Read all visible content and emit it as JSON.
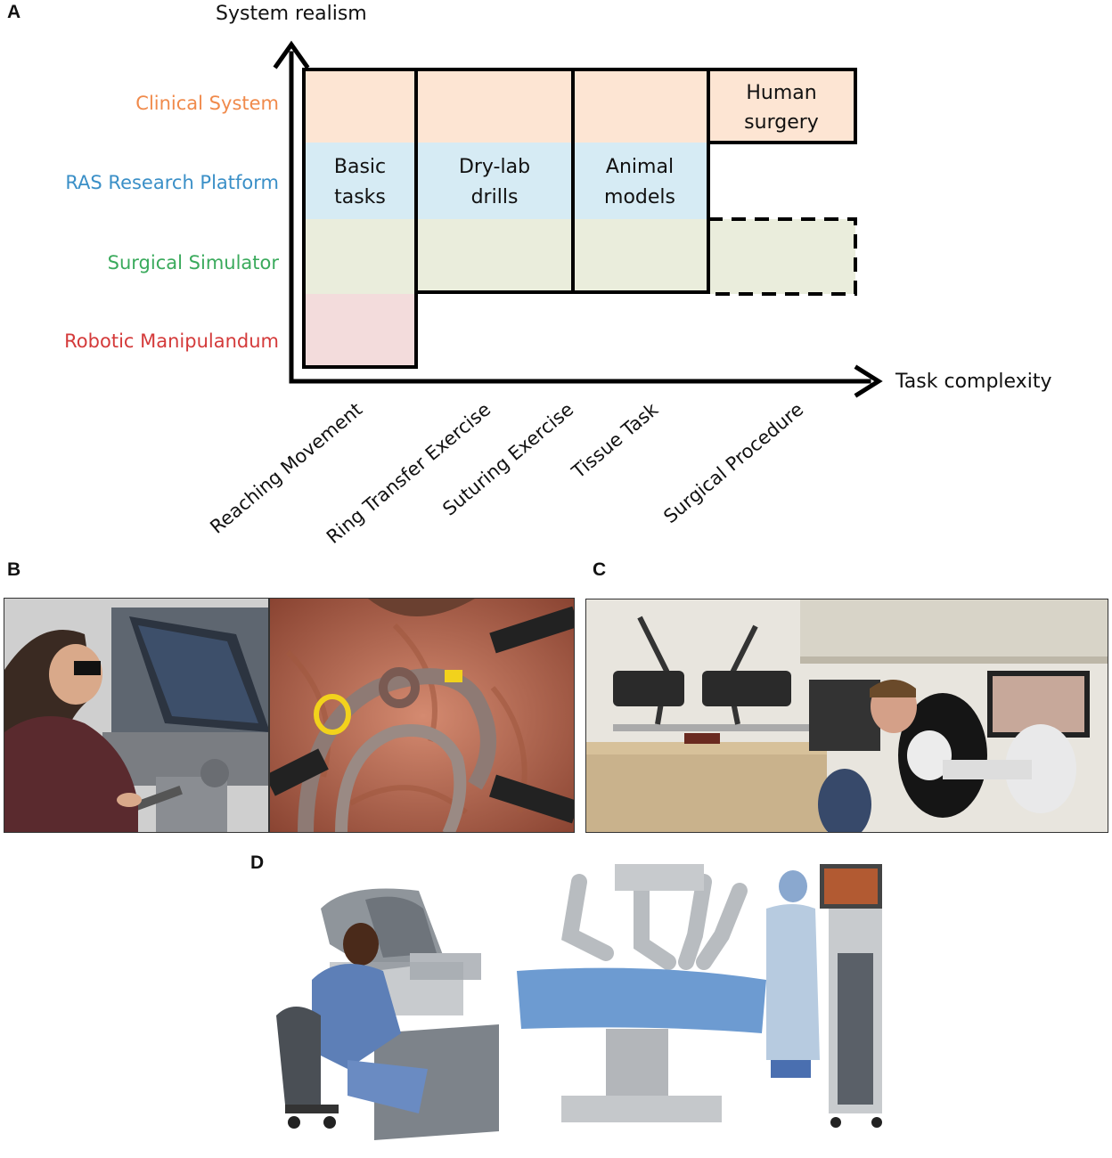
{
  "panel_labels": {
    "a": "A",
    "b": "B",
    "c": "C",
    "d": "D"
  },
  "diagram": {
    "y_axis_title": "System realism",
    "x_axis_title": "Task complexity",
    "levels": [
      {
        "label": "Clinical System",
        "color": "#f08a4b",
        "fill": "#fde5d3"
      },
      {
        "label": "RAS Research Platform",
        "color": "#3a8fc7",
        "fill": "#d6ebf4"
      },
      {
        "label": "Surgical Simulator",
        "color": "#3aaa5c",
        "fill": "#eaeddc"
      },
      {
        "label": "Robotic Manipulandum",
        "color": "#d43a3a",
        "fill": "#f3dcdc"
      }
    ],
    "tasks": [
      "Reaching Movement",
      "Ring Transfer Exercise",
      "Suturing Exercise",
      "Tissue Task",
      "Surgical Procedure"
    ],
    "cells": [
      {
        "line1": "Basic",
        "line2": "tasks"
      },
      {
        "line1": "Dry-lab",
        "line2": "drills"
      },
      {
        "line1": "Animal",
        "line2": "models"
      },
      {
        "line1": "Human",
        "line2": "surgery"
      }
    ]
  }
}
